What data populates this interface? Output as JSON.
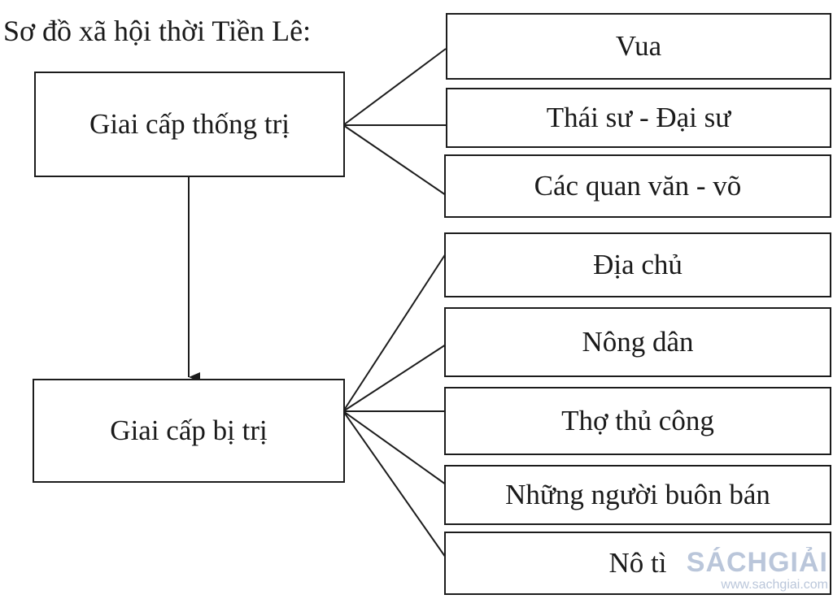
{
  "title": "Sơ đồ xã hội thời Tiền Lê:",
  "ruling_class": {
    "label": "Giai cấp thống trị",
    "members": [
      "Vua",
      "Thái sư - Đại sư",
      "Các quan văn - võ"
    ]
  },
  "ruled_class": {
    "label": "Giai cấp bị trị",
    "members": [
      "Địa chủ",
      "Nông dân",
      "Thợ thủ công",
      "Những người buôn bán",
      "Nô tì"
    ]
  },
  "watermark": {
    "logo": "SÁCHGIẢI",
    "url": "www.sachgiai.com"
  },
  "colors": {
    "line": "#1c1c1c",
    "watermark": "#aebdd4"
  }
}
